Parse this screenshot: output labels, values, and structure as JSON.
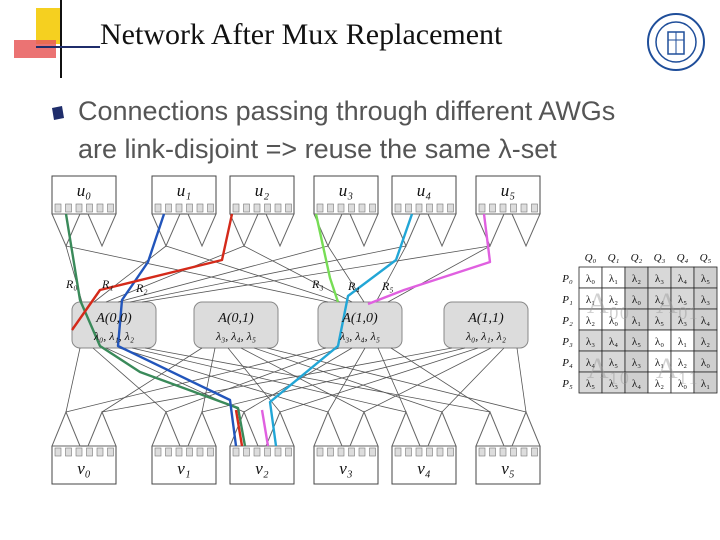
{
  "slide": {
    "title": "Network After Mux Replacement",
    "bullet_line1": "Connections passing through different AWGs",
    "bullet_line2": "are link-disjoint => reuse the same λ-set"
  },
  "diagram": {
    "sources": [
      "u₀",
      "u₁",
      "u₂",
      "u₃",
      "u₄",
      "u₅"
    ],
    "destinations": [
      "v₀",
      "v₁",
      "v₂",
      "v₃",
      "v₄",
      "v₅"
    ],
    "routers": [
      "R₀",
      "R₁",
      "R₂",
      "R₃",
      "R₄",
      "R₅"
    ],
    "awgs": [
      {
        "label": "A(0,0)",
        "lambdas": "λ₀, λ₁, λ₂"
      },
      {
        "label": "A(0,1)",
        "lambdas": "λ₃, λ₄, λ₅"
      },
      {
        "label": "A(1,0)",
        "lambdas": "λ₃, λ₄, λ₅"
      },
      {
        "label": "A(1,1)",
        "lambdas": "λ₀, λ₁, λ₂"
      }
    ],
    "path_colors": [
      "#3a8a5a",
      "#2255bb",
      "#d42a1a",
      "#77dd55",
      "#22a6d6",
      "#e060e0"
    ]
  },
  "table": {
    "col_headers": [
      "Q₀",
      "Q₁",
      "Q₂",
      "Q₃",
      "Q₄",
      "Q₅"
    ],
    "row_headers": [
      "P₀",
      "P₁",
      "P₂",
      "P₃",
      "P₄",
      "P₅"
    ],
    "cells": [
      [
        "λ₀",
        "λ₁",
        "λ₂",
        "λ₃",
        "λ₄",
        "λ₅"
      ],
      [
        "λ₁",
        "λ₂",
        "λ₀",
        "λ₄",
        "λ₅",
        "λ₃"
      ],
      [
        "λ₂",
        "λ₀",
        "λ₁",
        "λ₅",
        "λ₃",
        "λ₄"
      ],
      [
        "λ₃",
        "λ₄",
        "λ₅",
        "λ₀",
        "λ₁",
        "λ₂"
      ],
      [
        "λ₄",
        "λ₅",
        "λ₃",
        "λ₁",
        "λ₂",
        "λ₀"
      ],
      [
        "λ₅",
        "λ₃",
        "λ₄",
        "λ₂",
        "λ₀",
        "λ₁"
      ]
    ],
    "watermarks": [
      "A₀₀",
      "A₀₁",
      "A₁₀",
      "A₁₁"
    ]
  },
  "colors": {
    "accent_yellow": "#f5d020",
    "accent_red": "#e23b3b",
    "bullet": "#1f2d6b"
  }
}
